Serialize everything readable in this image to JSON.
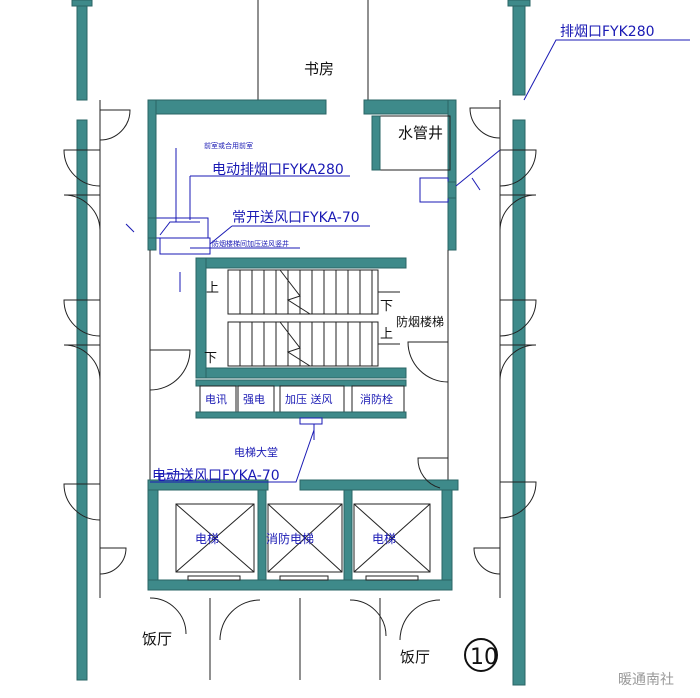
{
  "rooms": {
    "study": "书房",
    "water_shaft": "水管井",
    "smoke_stair": "防烟楼梯",
    "lift_lobby": "电梯大堂",
    "dining_left": "饭厅",
    "dining_right": "饭厅"
  },
  "annotations": {
    "exhaust_top_right": "排烟口FYK280",
    "shaft_small_1": "前室或合用前室",
    "electric_exhaust": "电动排烟口FYKA280",
    "normal_open_supply": "常开送风口FYKA-70",
    "shaft_small_2": "防烟楼梯间加压送风竖井",
    "electric_supply": "电动送风口FYKA-70"
  },
  "shafts": {
    "telecom": "电讯",
    "power": "强电",
    "pressurized_supply": "加压 送风",
    "fire_hydrant": "消防栓"
  },
  "elevators": {
    "left": "电梯",
    "middle": "消防电梯",
    "right": "电梯"
  },
  "stairs": {
    "up_1": "上",
    "down_1": "下",
    "up_2": "上",
    "down_2": "下"
  },
  "drawing_number": "10",
  "watermark": "暖通南社",
  "colors": {
    "wall": "#3e8a8a",
    "annotation": "#1a1ab4",
    "line": "#222222"
  }
}
